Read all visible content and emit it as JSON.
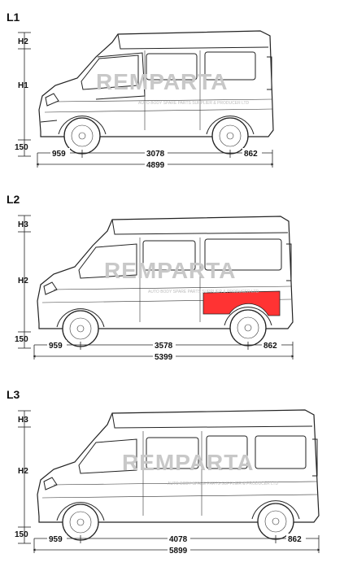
{
  "variants": [
    {
      "label": "L1",
      "height_labels": [
        "H2",
        "H1",
        "150"
      ],
      "dims_row1": [
        "959",
        "3078",
        "862"
      ],
      "dims_row2": "4899",
      "highlight": false
    },
    {
      "label": "L2",
      "height_labels": [
        "H3",
        "H2",
        "150"
      ],
      "dims_row1": [
        "959",
        "3578",
        "862"
      ],
      "dims_row2": "5399",
      "highlight": true
    },
    {
      "label": "L3",
      "height_labels": [
        "H3",
        "H2",
        "150"
      ],
      "dims_row1": [
        "959",
        "4078",
        "862"
      ],
      "dims_row2": "5899",
      "highlight": false
    }
  ],
  "watermark": {
    "brand": "REMPARTA",
    "tagline": "AUTO BODY SPARE PARTS SUPPLIER & PRODUCER LTD"
  },
  "colors": {
    "highlight_panel": "#ff3333",
    "line": "#222222",
    "watermark": "#c8c8c8"
  }
}
